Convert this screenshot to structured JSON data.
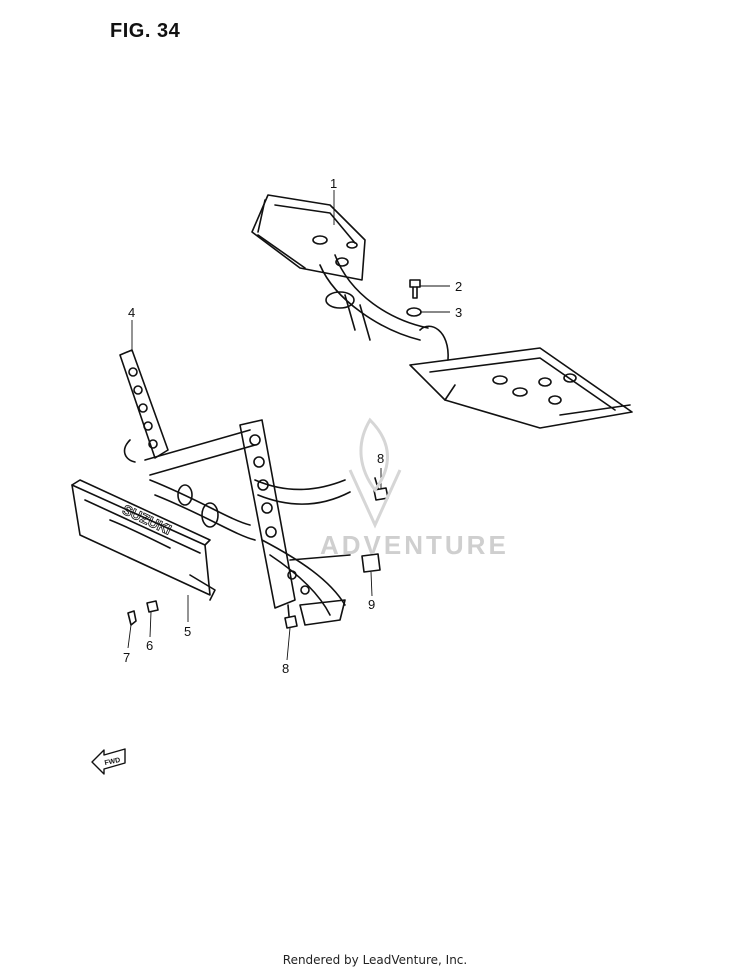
{
  "figure": {
    "title": "FIG. 34",
    "watermark": "ADVENTURE",
    "footer": "Rendered by LeadVenture, Inc."
  },
  "callouts": [
    {
      "id": "1",
      "label": "1"
    },
    {
      "id": "2",
      "label": "2"
    },
    {
      "id": "3",
      "label": "3"
    },
    {
      "id": "4",
      "label": "4"
    },
    {
      "id": "5",
      "label": "5"
    },
    {
      "id": "6",
      "label": "6"
    },
    {
      "id": "7",
      "label": "7"
    },
    {
      "id": "8a",
      "label": "8"
    },
    {
      "id": "8b",
      "label": "8"
    },
    {
      "id": "9",
      "label": "9"
    }
  ],
  "decals": {
    "guard_brand": "SUZUKI",
    "fwd_arrow": "FWD"
  }
}
